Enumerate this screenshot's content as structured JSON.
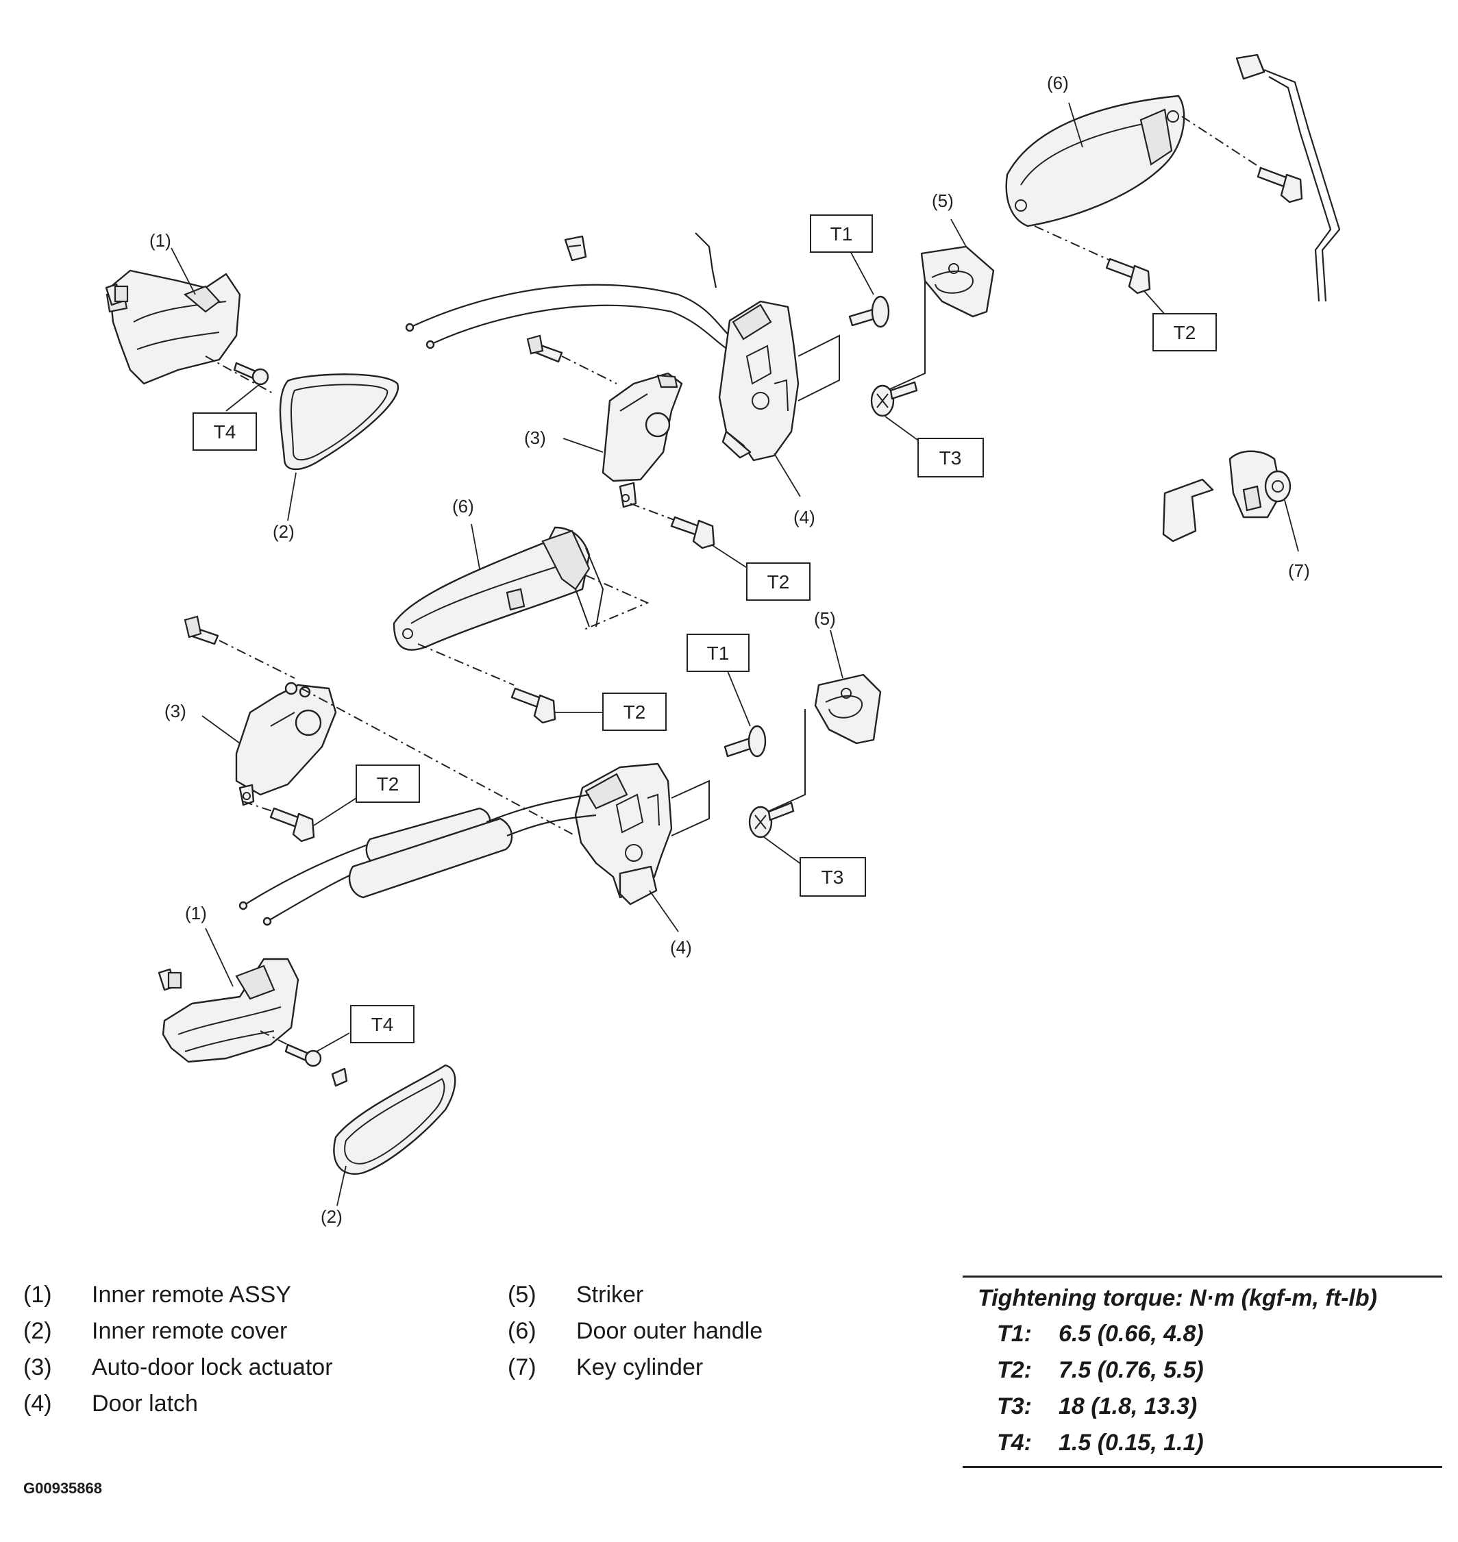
{
  "callouts": {
    "n1": "(1)",
    "n2": "(2)",
    "n3": "(3)",
    "n4": "(4)",
    "n5": "(5)",
    "n6": "(6)",
    "n7": "(7)",
    "t1": "T1",
    "t2": "T2",
    "t3": "T3",
    "t4": "T4"
  },
  "legend": {
    "items": [
      {
        "num": "(1)",
        "text": "Inner remote ASSY"
      },
      {
        "num": "(2)",
        "text": "Inner remote cover"
      },
      {
        "num": "(3)",
        "text": "Auto-door lock actuator"
      },
      {
        "num": "(4)",
        "text": "Door latch"
      },
      {
        "num": "(5)",
        "text": "Striker"
      },
      {
        "num": "(6)",
        "text": "Door outer handle"
      },
      {
        "num": "(7)",
        "text": "Key cylinder"
      }
    ]
  },
  "torque": {
    "title": "Tightening torque: N·m (kgf-m, ft-lb)",
    "rows": [
      {
        "key": "T1:",
        "value": "6.5 (0.66, 4.8)"
      },
      {
        "key": "T2:",
        "value": "7.5 (0.76, 5.5)"
      },
      {
        "key": "T3:",
        "value": "18 (1.8, 13.3)"
      },
      {
        "key": "T4:",
        "value": "1.5 (0.15, 1.1)"
      }
    ]
  },
  "figure_id": "G00935868"
}
